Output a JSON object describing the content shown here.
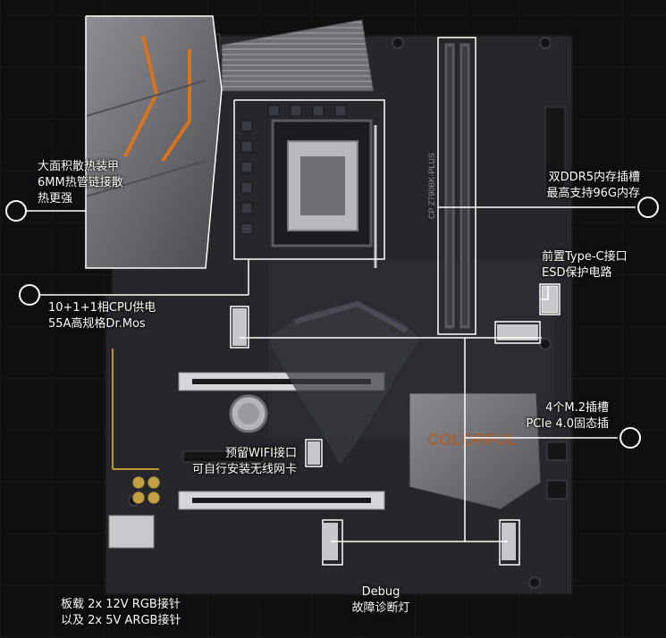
{
  "board": {
    "model_silk": "CP  Z790BK-PLUS",
    "brand_silk": "COLORFUL"
  },
  "callouts": {
    "heatsink": {
      "line1": "大面积散热装甲",
      "line2": "6MM热管链接散",
      "line3": "热更强"
    },
    "vrm": {
      "line1": "10+1+1相CPU供电",
      "line2": "55A高规格Dr.Mos"
    },
    "ddr5": {
      "line1": "双DDR5内存插槽",
      "line2": "最高支持96G内存"
    },
    "typec": {
      "line1": "前置Type-C接口",
      "line2": "ESD保护电路"
    },
    "m2": {
      "line1": "4个M.2插槽",
      "line2": "PCIe 4.0固态插"
    },
    "wifi": {
      "line1": "预留WIFI接口",
      "line2": "可自行安装无线网卡"
    },
    "rgb": {
      "line1": "板载 2x 12V RGB接针",
      "line2": "以及 2x 5V ARGB接针"
    },
    "debug": {
      "line1": "Debug",
      "line2": "故障诊断灯"
    }
  },
  "colors": {
    "background": "#0f0f11",
    "pcb": "#26262b",
    "callout_line": "#ffffff",
    "accent_orange": "#d9731e"
  },
  "icons": [
    "callout-node-icon"
  ]
}
